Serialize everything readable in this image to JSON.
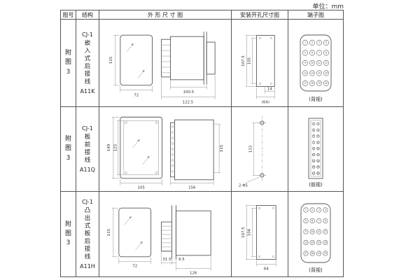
{
  "page": {
    "unit_label": "单位：mm"
  },
  "table": {
    "headers": {
      "figure_no": "图号",
      "structure": "结构",
      "outline": "外 形 尺 寸 图",
      "mounting": "安装开孔尺寸图",
      "terminal": "端子图"
    },
    "rows": [
      {
        "figure_no": "附图3",
        "model": "CJ-1",
        "structure": "嵌入式后接线",
        "code": "A11K",
        "outline": {
          "front_height": "115",
          "front_width": "72",
          "side_len1": "100.5",
          "side_len2": "122.5"
        },
        "mounting": {
          "v_outer": "107.5",
          "v_inner": "105",
          "h_small": "14",
          "h_total": "(64)"
        },
        "terminal": {
          "view": "(背视)"
        }
      },
      {
        "figure_no": "附图3",
        "model": "CJ-1",
        "structure": "板前接线",
        "code": "A11Q",
        "outline": {
          "front_height": "149",
          "front_inner": "125",
          "front_width": "105",
          "side_len": "156",
          "side_height": "115"
        },
        "mounting": {
          "v1": "133",
          "holes": "2-Φ5"
        },
        "terminal": {
          "view": "(前视)"
        }
      },
      {
        "figure_no": "附图3",
        "model": "CJ-1",
        "structure": "凸出式板后接线",
        "code": "A11H",
        "outline": {
          "front_height": "115",
          "front_width": "72",
          "pin_len": "31.5",
          "board": "9.5",
          "side_len": "126"
        },
        "mounting": {
          "v_outer": "107.5",
          "v_inner": "104",
          "h_total": "64"
        },
        "terminal": {
          "view": "(背视)"
        }
      }
    ]
  },
  "terminals": {
    "row1": [
      1,
      2,
      3,
      4,
      5,
      6,
      7,
      8,
      9,
      10,
      11,
      12,
      13,
      14,
      15,
      16,
      17,
      18,
      19,
      20
    ],
    "row2": [
      1,
      2,
      3,
      4,
      5,
      6,
      7,
      8,
      9,
      10,
      11,
      12,
      13,
      14,
      15,
      16,
      17,
      18
    ],
    "row3": [
      1,
      2,
      3,
      4,
      5,
      6,
      7,
      8,
      9,
      10,
      11,
      12,
      13,
      14,
      15,
      16,
      17,
      18,
      19,
      20
    ]
  }
}
